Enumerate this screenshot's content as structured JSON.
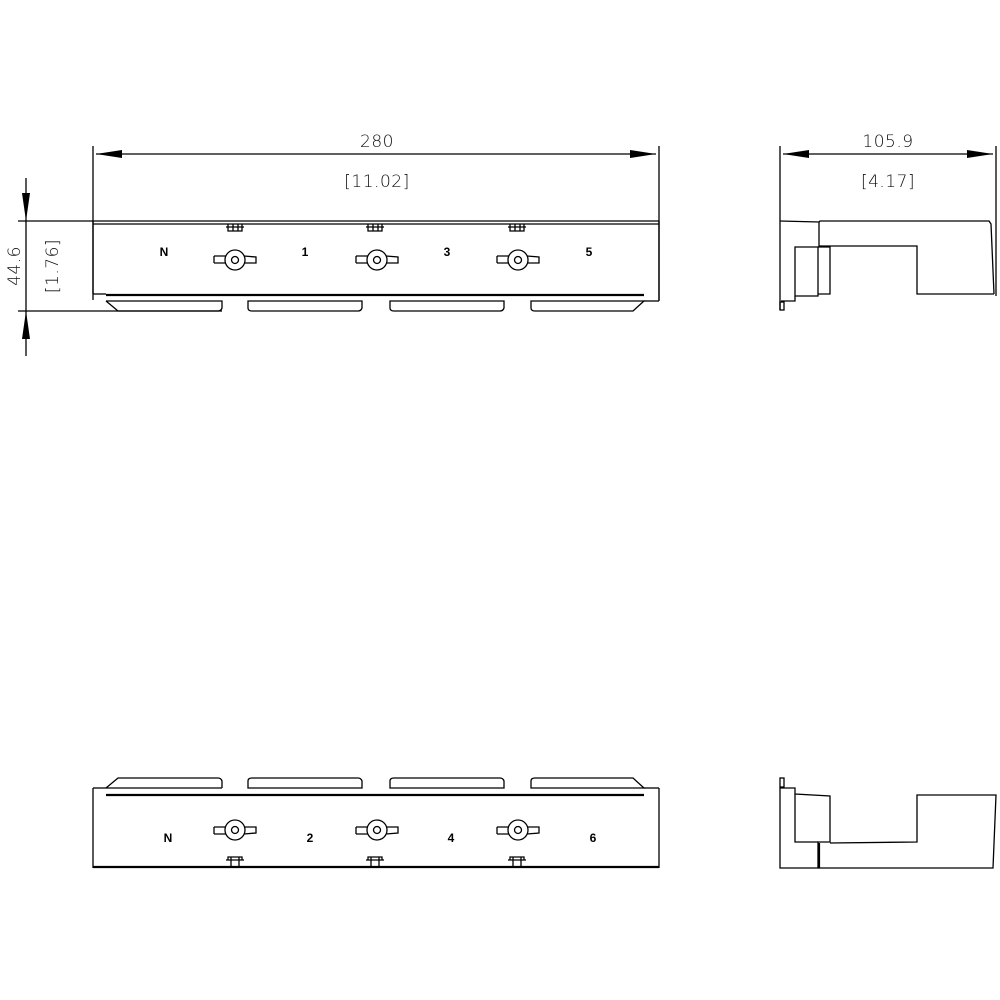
{
  "drawing": {
    "front_top_view": {
      "width_dimension": "280",
      "width_dimension_inch": "[11.02]",
      "height_dimension": "44.6",
      "height_dimension_inch": "[1.76]",
      "terminal_labels": [
        "N",
        "1",
        "3",
        "5"
      ]
    },
    "side_top_view": {
      "depth_dimension": "105.9",
      "depth_dimension_inch": "[4.17]"
    },
    "front_bottom_view": {
      "terminal_labels": [
        "N",
        "2",
        "4",
        "6"
      ]
    }
  }
}
